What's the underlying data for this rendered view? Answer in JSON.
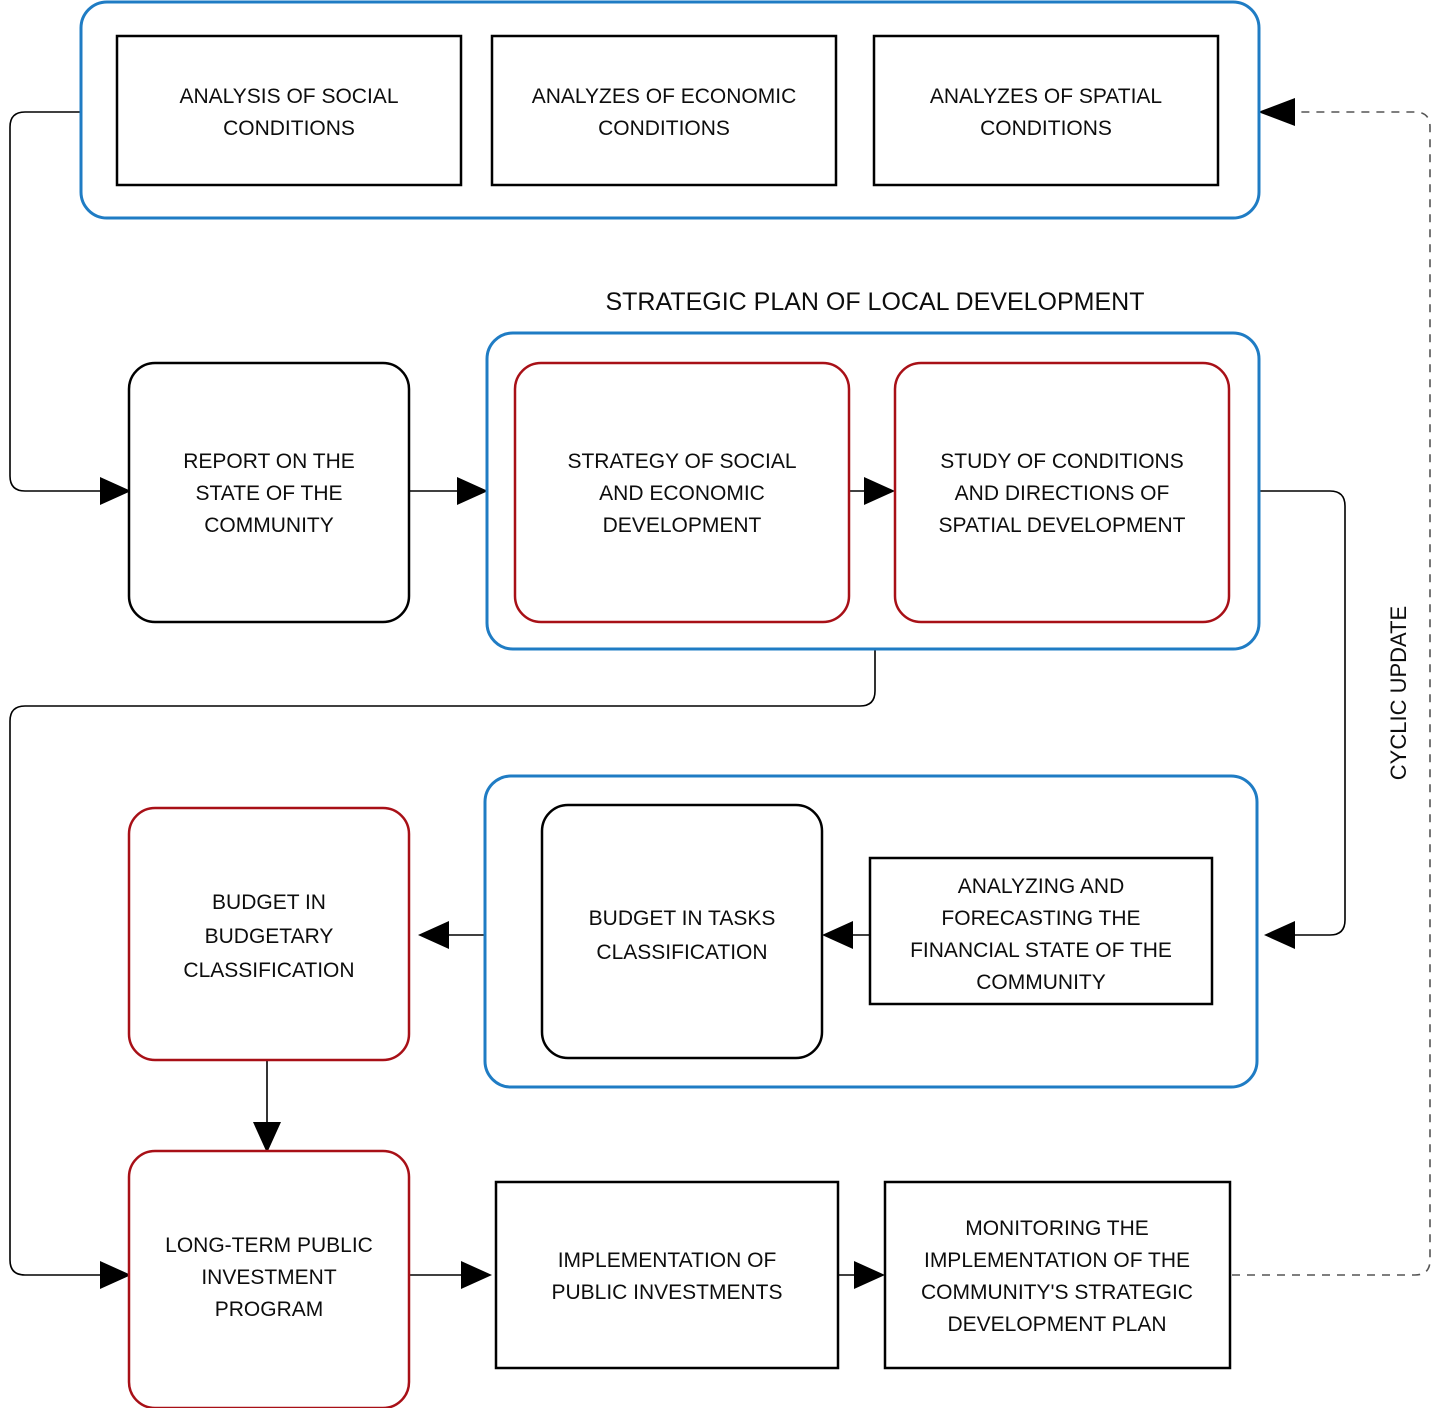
{
  "diagram": {
    "title": "STRATEGIC PLAN OF LOCAL DEVELOPMENT",
    "cycle_label": "CYCLIC UPDATE",
    "colors": {
      "group_border": "#1f7cc4",
      "accent_red": "#a81017",
      "box_border": "#000000",
      "connector": "#000000",
      "dashed_connector": "#555555",
      "background": "#ffffff"
    },
    "groups": [
      {
        "id": "group-analysis",
        "name": "analysis-group"
      },
      {
        "id": "group-strategic-plan",
        "name": "strategic-plan-group"
      },
      {
        "id": "group-budget",
        "name": "budget-group"
      }
    ],
    "nodes": {
      "analysis_social": {
        "lines": [
          "ANALYSIS OF SOCIAL",
          "CONDITIONS"
        ]
      },
      "analysis_economic": {
        "lines": [
          "ANALYZES OF ECONOMIC",
          "CONDITIONS"
        ]
      },
      "analysis_spatial": {
        "lines": [
          "ANALYZES OF SPATIAL",
          "CONDITIONS"
        ]
      },
      "report_state": {
        "lines": [
          "REPORT ON THE",
          "STATE OF THE",
          "COMMUNITY"
        ]
      },
      "strategy_socio_economic": {
        "lines": [
          "STRATEGY OF SOCIAL",
          "AND ECONOMIC",
          "DEVELOPMENT"
        ]
      },
      "study_spatial": {
        "lines": [
          "STUDY OF CONDITIONS",
          "AND DIRECTIONS OF",
          "SPATIAL DEVELOPMENT"
        ]
      },
      "budget_budgetary": {
        "lines": [
          "BUDGET IN",
          "BUDGETARY",
          "CLASSIFICATION"
        ]
      },
      "budget_tasks": {
        "lines": [
          "BUDGET IN TASKS",
          "CLASSIFICATION"
        ]
      },
      "analyzing_forecasting": {
        "lines": [
          "ANALYZING AND",
          "FORECASTING THE",
          "FINANCIAL STATE OF THE",
          "COMMUNITY"
        ]
      },
      "long_term_program": {
        "lines": [
          "LONG-TERM PUBLIC",
          "INVESTMENT",
          "PROGRAM"
        ]
      },
      "implementation": {
        "lines": [
          "IMPLEMENTATION OF",
          "PUBLIC INVESTMENTS"
        ]
      },
      "monitoring": {
        "lines": [
          "MONITORING THE",
          "IMPLEMENTATION OF THE",
          "COMMUNITY'S STRATEGIC",
          "DEVELOPMENT PLAN"
        ]
      }
    }
  }
}
